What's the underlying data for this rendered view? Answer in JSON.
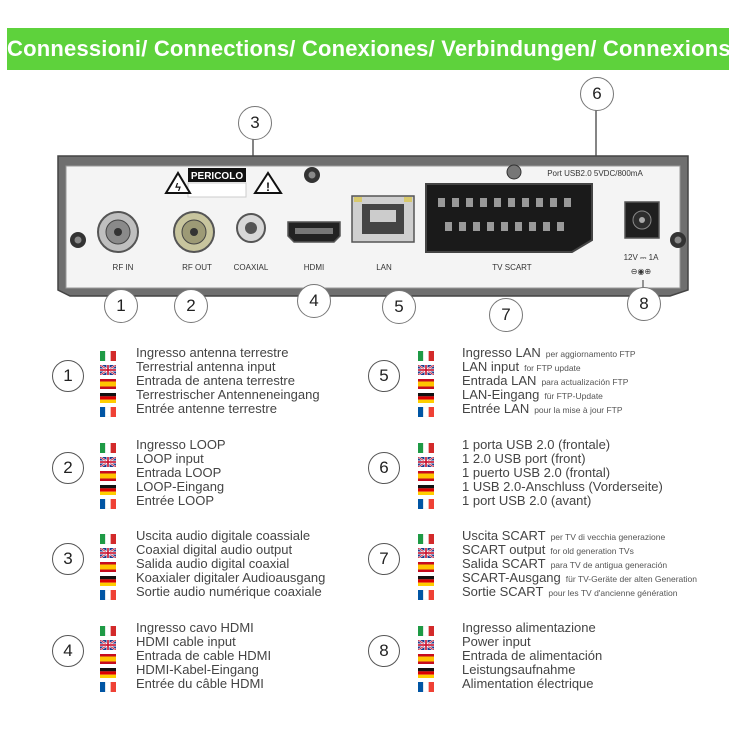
{
  "banner": {
    "title": "Connessioni/ Connections/ Conexiones/ Verbindungen/ Connexions:"
  },
  "device": {
    "warning_label": "PERICOLO",
    "usb_label": "Port USB2.0  5VDC/800mA",
    "power_rating": "12V ⎓ 1A",
    "ports": {
      "rf_in": "RF IN",
      "rf_out": "RF OUT",
      "coaxial": "COAXIAL",
      "hdmi": "HDMI",
      "lan": "LAN",
      "tv_scart": "TV SCART"
    }
  },
  "diagram_numbers": [
    "1",
    "2",
    "3",
    "4",
    "5",
    "6",
    "7",
    "8"
  ],
  "legend": {
    "left": [
      {
        "number": "1",
        "lines": [
          {
            "lang": "it",
            "text": "Ingresso antenna terrestre"
          },
          {
            "lang": "en",
            "text": "Terrestrial antenna input"
          },
          {
            "lang": "es",
            "text": "Entrada de antena terrestre"
          },
          {
            "lang": "de",
            "text": "Terrestrischer Antenneneingang"
          },
          {
            "lang": "fr",
            "text": "Entrée antenne terrestre"
          }
        ]
      },
      {
        "number": "2",
        "lines": [
          {
            "lang": "it",
            "text": "Ingresso LOOP"
          },
          {
            "lang": "en",
            "text": "LOOP input"
          },
          {
            "lang": "es",
            "text": "Entrada LOOP"
          },
          {
            "lang": "de",
            "text": "LOOP-Eingang"
          },
          {
            "lang": "fr",
            "text": "Entrée LOOP"
          }
        ]
      },
      {
        "number": "3",
        "lines": [
          {
            "lang": "it",
            "text": "Uscita audio digitale coassiale"
          },
          {
            "lang": "en",
            "text": "Coaxial digital audio output"
          },
          {
            "lang": "es",
            "text": "Salida audio digital coaxial"
          },
          {
            "lang": "de",
            "text": "Koaxialer digitaler Audioausgang"
          },
          {
            "lang": "fr",
            "text": "Sortie audio numérique coaxiale"
          }
        ]
      },
      {
        "number": "4",
        "lines": [
          {
            "lang": "it",
            "text": "Ingresso cavo HDMI"
          },
          {
            "lang": "en",
            "text": "HDMI cable input"
          },
          {
            "lang": "es",
            "text": "Entrada de cable HDMI"
          },
          {
            "lang": "de",
            "text": "HDMI-Kabel-Eingang"
          },
          {
            "lang": "fr",
            "text": "Entrée du câble HDMI"
          }
        ]
      }
    ],
    "right": [
      {
        "number": "5",
        "lines": [
          {
            "lang": "it",
            "text": "Ingresso LAN",
            "note": "per aggiornamento FTP"
          },
          {
            "lang": "en",
            "text": "LAN input",
            "note": "for FTP update"
          },
          {
            "lang": "es",
            "text": "Entrada LAN",
            "note": "para actualización FTP"
          },
          {
            "lang": "de",
            "text": "LAN-Eingang",
            "note": "für FTP-Update"
          },
          {
            "lang": "fr",
            "text": "Entrée LAN",
            "note": "pour la mise à jour FTP"
          }
        ]
      },
      {
        "number": "6",
        "lines": [
          {
            "lang": "it",
            "text": "1 porta USB 2.0 (frontale)"
          },
          {
            "lang": "en",
            "text": "1 2.0 USB port (front)"
          },
          {
            "lang": "es",
            "text": "1 puerto USB 2.0 (frontal)"
          },
          {
            "lang": "de",
            "text": "1 USB 2.0-Anschluss (Vorderseite)"
          },
          {
            "lang": "fr",
            "text": "1 port USB 2.0 (avant)"
          }
        ]
      },
      {
        "number": "7",
        "lines": [
          {
            "lang": "it",
            "text": "Uscita SCART",
            "note": "per TV di vecchia generazione"
          },
          {
            "lang": "en",
            "text": "SCART output",
            "note": "for old generation TVs"
          },
          {
            "lang": "es",
            "text": "Salida SCART",
            "note": "para TV de antigua generación"
          },
          {
            "lang": "de",
            "text": "SCART-Ausgang",
            "note": "für TV-Geräte der alten Generation"
          },
          {
            "lang": "fr",
            "text": "Sortie SCART",
            "note": "pour les TV d'ancienne génération"
          }
        ]
      },
      {
        "number": "8",
        "lines": [
          {
            "lang": "it",
            "text": "Ingresso alimentazione"
          },
          {
            "lang": "en",
            "text": "Power input"
          },
          {
            "lang": "es",
            "text": "Entrada de alimentación"
          },
          {
            "lang": "de",
            "text": "Leistungsaufnahme"
          },
          {
            "lang": "fr",
            "text": "Alimentation électrique"
          }
        ]
      }
    ]
  }
}
